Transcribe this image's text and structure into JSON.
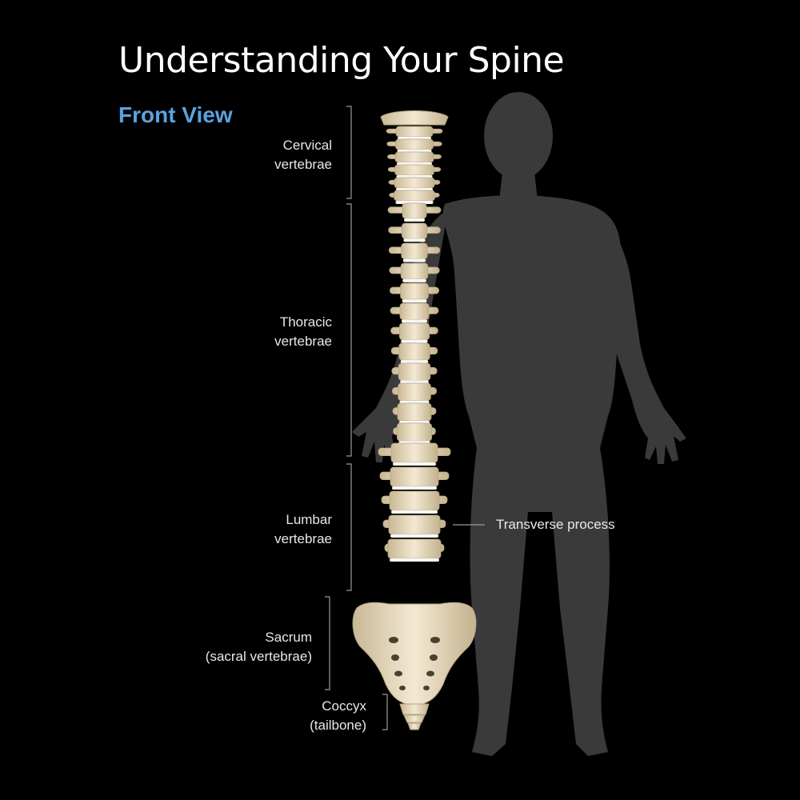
{
  "title": "Understanding Your Spine",
  "subtitle": "Front View",
  "labels": {
    "cervical": [
      "Cervical",
      "vertebrae"
    ],
    "thoracic": [
      "Thoracic",
      "vertebrae"
    ],
    "lumbar": [
      "Lumbar",
      "vertebrae"
    ],
    "sacrum": [
      "Sacrum",
      "(sacral vertebrae)"
    ],
    "coccyx": [
      "Coccyx",
      "(tailbone)"
    ],
    "transverse": "Transverse process"
  },
  "colors": {
    "background": "#000000",
    "title": "#ffffff",
    "subtitle": "#5aa3e0",
    "bone": "#efe3c6",
    "disc": "#f7f7f7",
    "silhouette": "#3a3a3a",
    "bracket": "#9a9a9a"
  }
}
